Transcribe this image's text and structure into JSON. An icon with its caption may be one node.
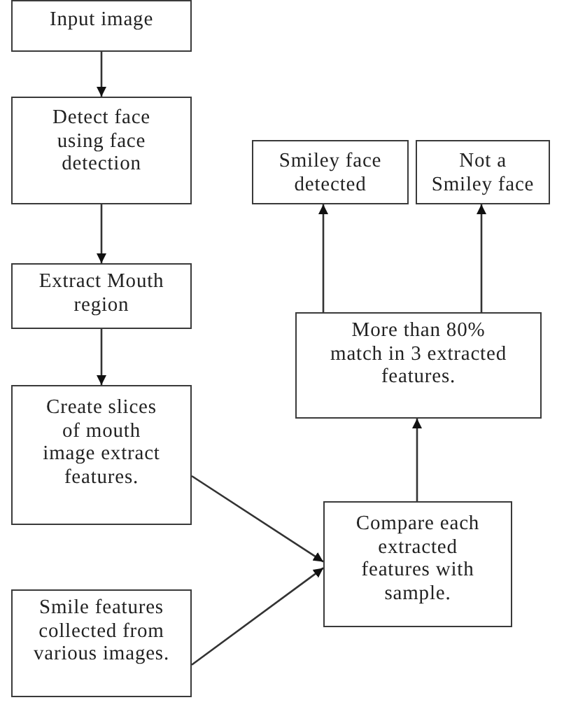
{
  "diagram": {
    "nodes": [
      {
        "text": [
          "Input image"
        ]
      },
      {
        "text": [
          "Detect face using face detection"
        ]
      },
      {
        "text": [
          "Extract Mouth region"
        ]
      },
      {
        "text": [
          "Create slices of mouth image extract features."
        ]
      },
      {
        "text": [
          "Smile features collected from various images."
        ]
      },
      {
        "text": [
          "Compare each extracted features with sample."
        ]
      },
      {
        "text": [
          "More than 80% match in 3 extracted features."
        ]
      },
      {
        "text": [
          "Smiley face detected"
        ]
      },
      {
        "text": [
          "Not a Smiley face"
        ]
      }
    ],
    "edges": [
      {
        "from": 0,
        "to": 1,
        "arrow": "to"
      },
      {
        "from": 1,
        "to": 2,
        "arrow": "to"
      },
      {
        "from": 2,
        "to": 3,
        "arrow": "to"
      },
      {
        "from": 3,
        "to": 5,
        "arrow": "to"
      },
      {
        "from": 4,
        "to": 5,
        "arrow": "to"
      },
      {
        "from": 5,
        "to": 6,
        "arrow": "to"
      },
      {
        "from": 6,
        "to": 7,
        "arrow": "to"
      },
      {
        "from": 6,
        "to": 8,
        "arrow": "to"
      }
    ]
  }
}
